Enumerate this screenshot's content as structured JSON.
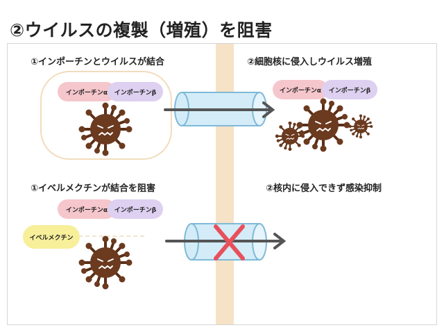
{
  "title": "②ウイルスの複製（増殖）を阻害",
  "steps": {
    "top_left": "①インポーチンとウイルスが結合",
    "top_right": "②細胞核に侵入しウイルス増殖",
    "bottom_left": "①イベルメクチンが結合を阻害",
    "bottom_right": "②核内に侵入できず感染抑制"
  },
  "proteins": {
    "importin_alpha": "インポーチンα",
    "importin_beta": "インポーチンβ",
    "ivermectin": "イベルメクチン"
  },
  "colors": {
    "importin_alpha": "#f5c6cb",
    "importin_beta": "#ddd0f0",
    "ivermectin": "#f7ef9a",
    "virus": "#6b3a1f",
    "membrane": "#f6e2c7",
    "tube": "#d3ecf8",
    "block_mark": "#e8505b"
  }
}
